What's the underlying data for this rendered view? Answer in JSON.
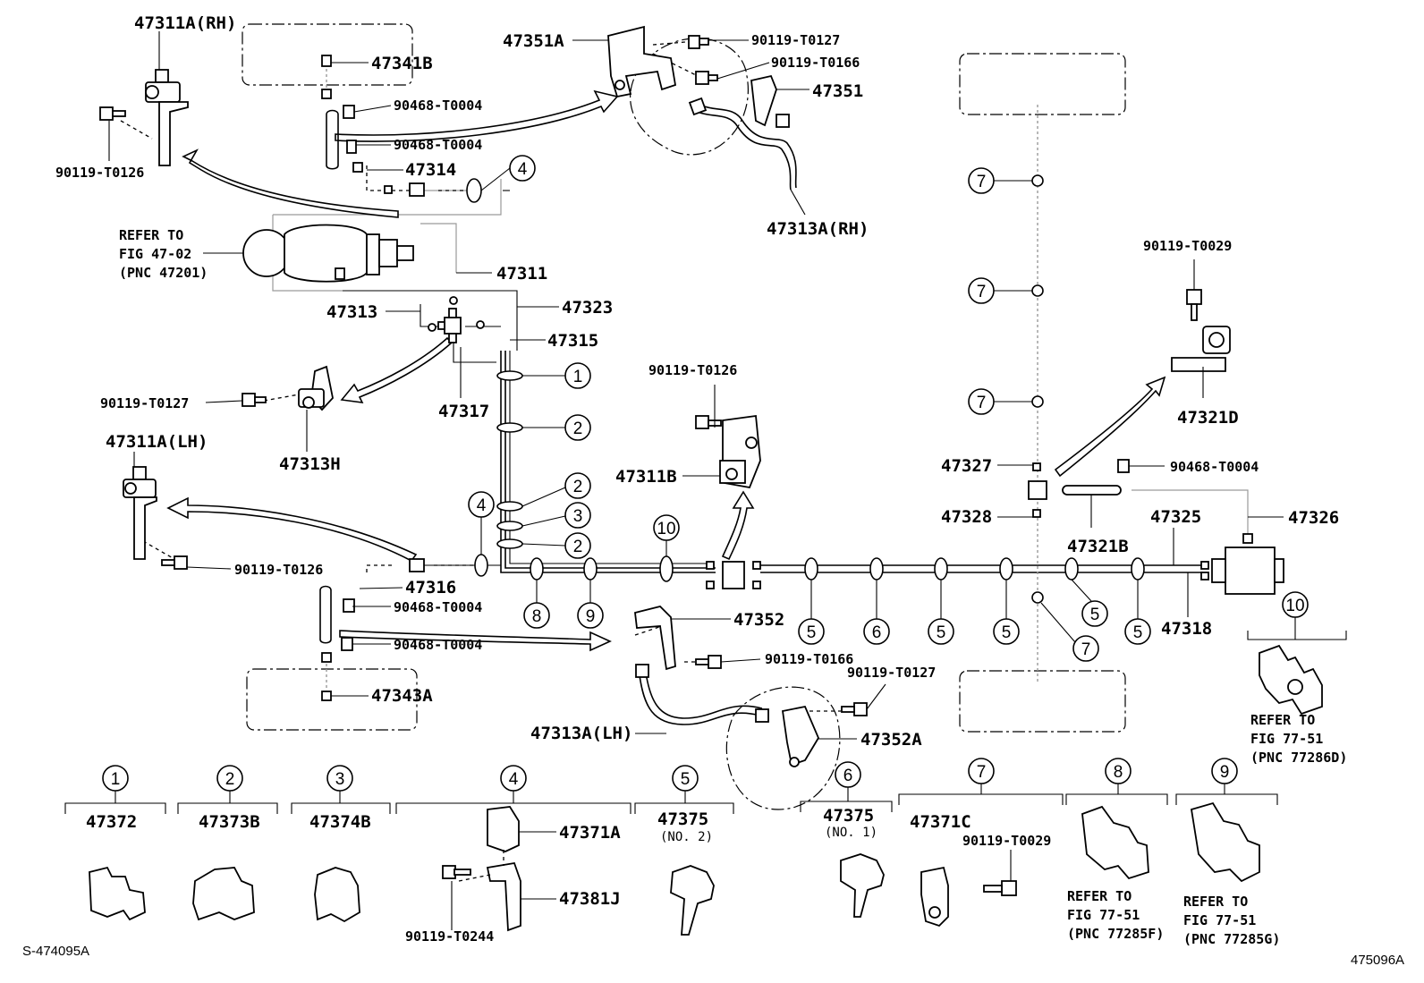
{
  "callouts": {
    "p47311A_RH": "47311A(RH)",
    "p47341B": "47341B",
    "p90468_T0004_a": "90468-T0004",
    "p90468_T0004_b": "90468-T0004",
    "p47314": "47314",
    "p90119_T0126_a": "90119-T0126",
    "refer_47_02_1": "REFER TO",
    "refer_47_02_2": "FIG 47-02",
    "refer_47_02_3": "(PNC 47201)",
    "p47311": "47311",
    "p47313": "47313",
    "p47323": "47323",
    "p47315": "47315",
    "p47317": "47317",
    "p90119_T0127_a": "90119-T0127",
    "p47313H": "47313H",
    "p47311A_LH": "47311A(LH)",
    "p90119_T0126_b": "90119-T0126",
    "p47316": "47316",
    "p90468_T0004_c": "90468-T0004",
    "p90468_T0004_d": "90468-T0004",
    "p47343A": "47343A",
    "p47351A": "47351A",
    "p90119_T0127_b": "90119-T0127",
    "p90119_T0166_a": "90119-T0166",
    "p47351": "47351",
    "p47313A_RH": "47313A(RH)",
    "p90119_T0126_c": "90119-T0126",
    "p47311B": "47311B",
    "p47352": "47352",
    "p90119_T0166_b": "90119-T0166",
    "p90119_T0127_c": "90119-T0127",
    "p47313A_LH": "47313A(LH)",
    "p47352A": "47352A",
    "p90119_T0029_a": "90119-T0029",
    "p47321D": "47321D",
    "p47327": "47327",
    "p90468_T0004_e": "90468-T0004",
    "p47328": "47328",
    "p47321B": "47321B",
    "p47325": "47325",
    "p47326": "47326",
    "p47318": "47318"
  },
  "circle_numbers": {
    "c4_top": "4",
    "c1": "1",
    "c2a": "2",
    "c2b": "2",
    "c3": "3",
    "c2c": "2",
    "c4_mid": "4",
    "c10": "10",
    "c8": "8",
    "c9": "9",
    "c5a": "5",
    "c6": "6",
    "c5b": "5",
    "c5c": "5",
    "c5d": "5",
    "c5e": "5",
    "c7a": "7",
    "c7b": "7",
    "c7c": "7",
    "c7d": "7",
    "c10_right": "10"
  },
  "refer_77_51_D": [
    "REFER TO",
    "FIG 77-51",
    "(PNC 77286D)"
  ],
  "legend": {
    "g1": {
      "num": "1",
      "part": "47372"
    },
    "g2": {
      "num": "2",
      "part": "47373B"
    },
    "g3": {
      "num": "3",
      "part": "47374B"
    },
    "g4": {
      "num": "4",
      "part_a": "47371A",
      "part_b": "47381J",
      "bolt": "90119-T0244"
    },
    "g5": {
      "num": "5",
      "part": "47375",
      "note": "(NO. 2)"
    },
    "g6": {
      "num": "6",
      "part": "47375",
      "note": "(NO. 1)"
    },
    "g7": {
      "num": "7",
      "part": "47371C",
      "bolt": "90119-T0029"
    },
    "g8": {
      "num": "8",
      "refer": [
        "REFER TO",
        "FIG 77-51",
        "(PNC 77285F)"
      ]
    },
    "g9": {
      "num": "9",
      "refer": [
        "REFER TO",
        "FIG 77-51",
        "(PNC 77285G)"
      ]
    }
  },
  "footer": {
    "left_code": "S-474095A",
    "right_code": "475096A"
  }
}
